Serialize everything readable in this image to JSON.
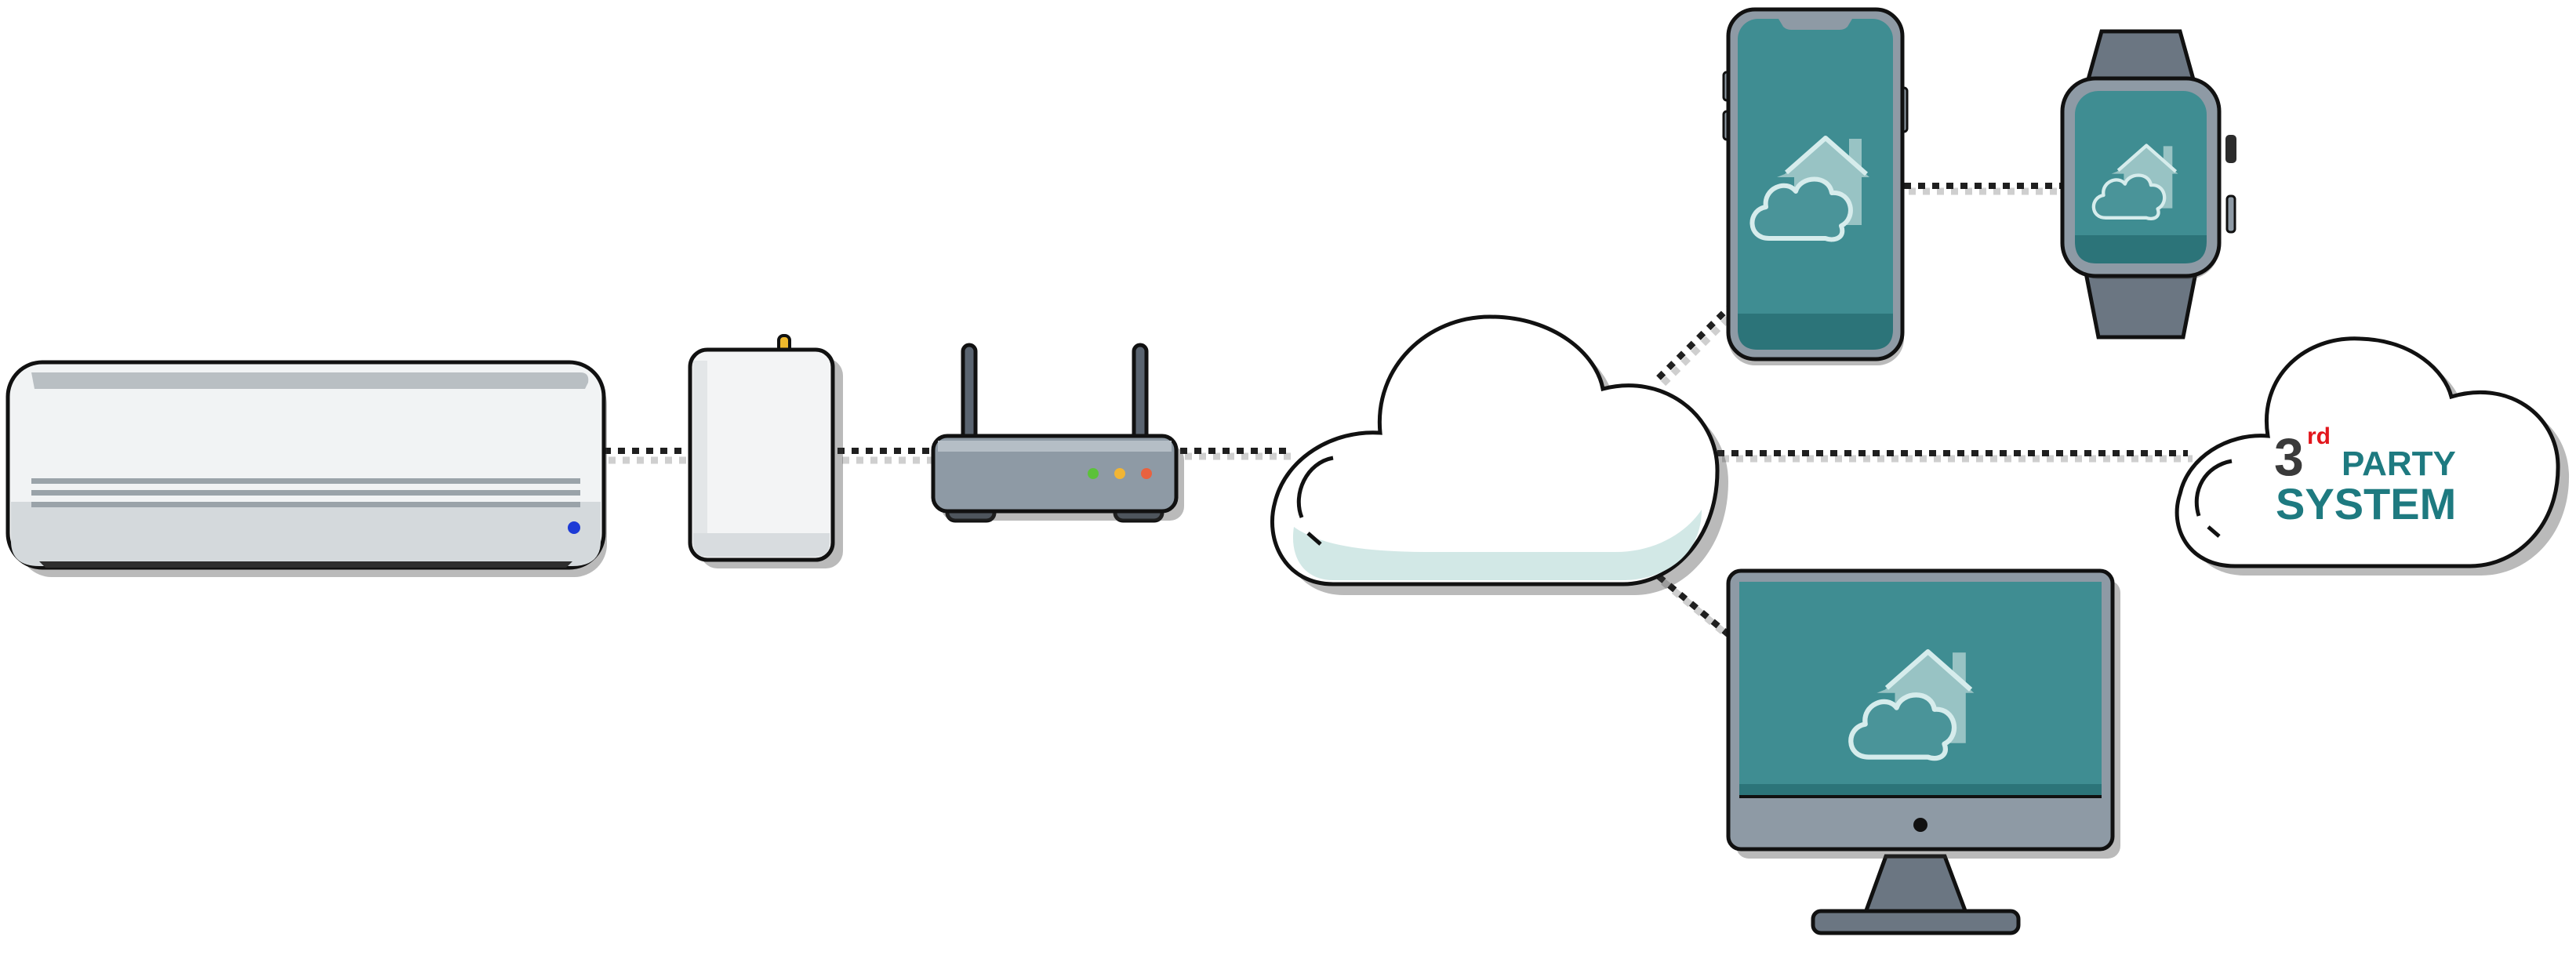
{
  "colors": {
    "teal_screen": "#3f8d92",
    "teal_dark": "#2c7479",
    "teal_label": "#1e7a80",
    "device_grey": "#8e9aa5",
    "device_grey_dark": "#6b7682",
    "cloud_fill": "#ffffff",
    "cloud_shade": "#d2e8e6",
    "led_green": "#5cc23a",
    "led_yellow": "#f2b534",
    "led_red": "#e8623f",
    "antenna_yellow": "#f0b92c",
    "ac_indicator": "#1d3bd6",
    "superscript_red": "#e2161c"
  },
  "nodes": [
    {
      "id": "air-conditioner",
      "icon": "air-conditioner-icon"
    },
    {
      "id": "wifi-adapter",
      "icon": "wifi-adapter-icon"
    },
    {
      "id": "router",
      "icon": "router-icon"
    },
    {
      "id": "cloud",
      "icon": "cloud-icon"
    },
    {
      "id": "smartphone",
      "icon": "smartphone-icon",
      "screen_icon": "home-cloud-icon"
    },
    {
      "id": "smartwatch",
      "icon": "smartwatch-icon",
      "screen_icon": "home-cloud-icon"
    },
    {
      "id": "desktop-monitor",
      "icon": "monitor-icon",
      "screen_icon": "home-cloud-icon"
    },
    {
      "id": "third-party-system",
      "icon": "cloud-icon"
    }
  ],
  "edges": [
    [
      "air-conditioner",
      "wifi-adapter"
    ],
    [
      "wifi-adapter",
      "router"
    ],
    [
      "router",
      "cloud"
    ],
    [
      "cloud",
      "smartphone"
    ],
    [
      "smartphone",
      "smartwatch"
    ],
    [
      "cloud",
      "third-party-system"
    ],
    [
      "cloud",
      "desktop-monitor"
    ]
  ],
  "third_party": {
    "number": "3",
    "superscript": "rd",
    "line1": "PARTY",
    "line2": "SYSTEM"
  }
}
